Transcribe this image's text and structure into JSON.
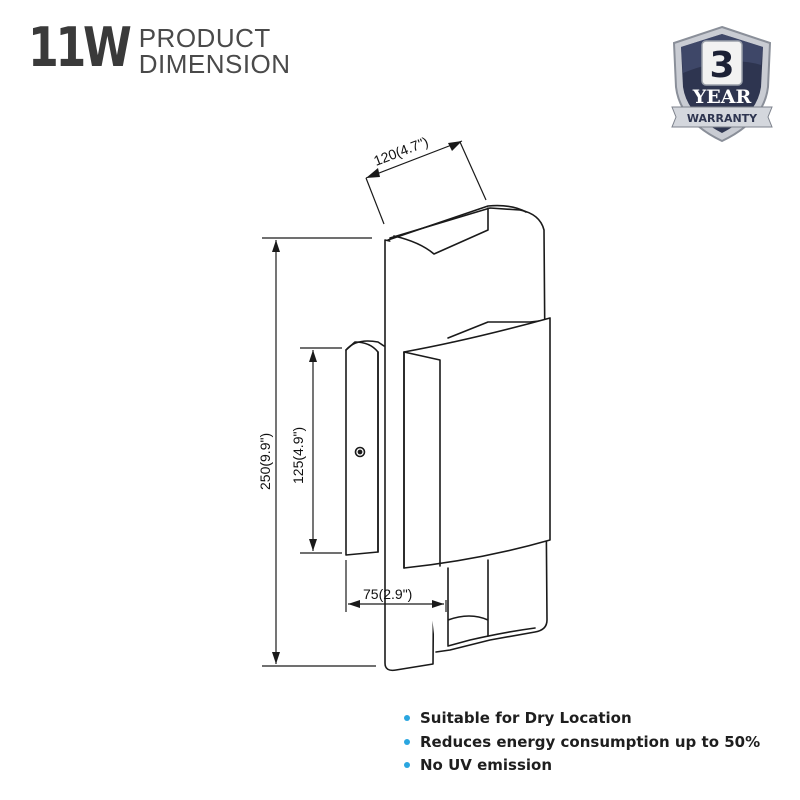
{
  "header": {
    "wattage": "11W",
    "title_line1": "PRODUCT",
    "title_line2": "DIMENSION"
  },
  "badge": {
    "number": "3",
    "year": "YEAR",
    "warranty": "WARRANTY"
  },
  "dimensions": {
    "width": "120(4.7\")",
    "height": "250(9.9\")",
    "backplate_height": "125(4.9\")",
    "depth": "75(2.9\")"
  },
  "features": [
    "Suitable for Dry Location",
    "Reduces energy consumption up to 50%",
    "No UV emission"
  ],
  "colors": {
    "bullet": "#2aa6e0",
    "badge_dark": "#2e3550",
    "badge_silver": "#c9ccd3"
  }
}
